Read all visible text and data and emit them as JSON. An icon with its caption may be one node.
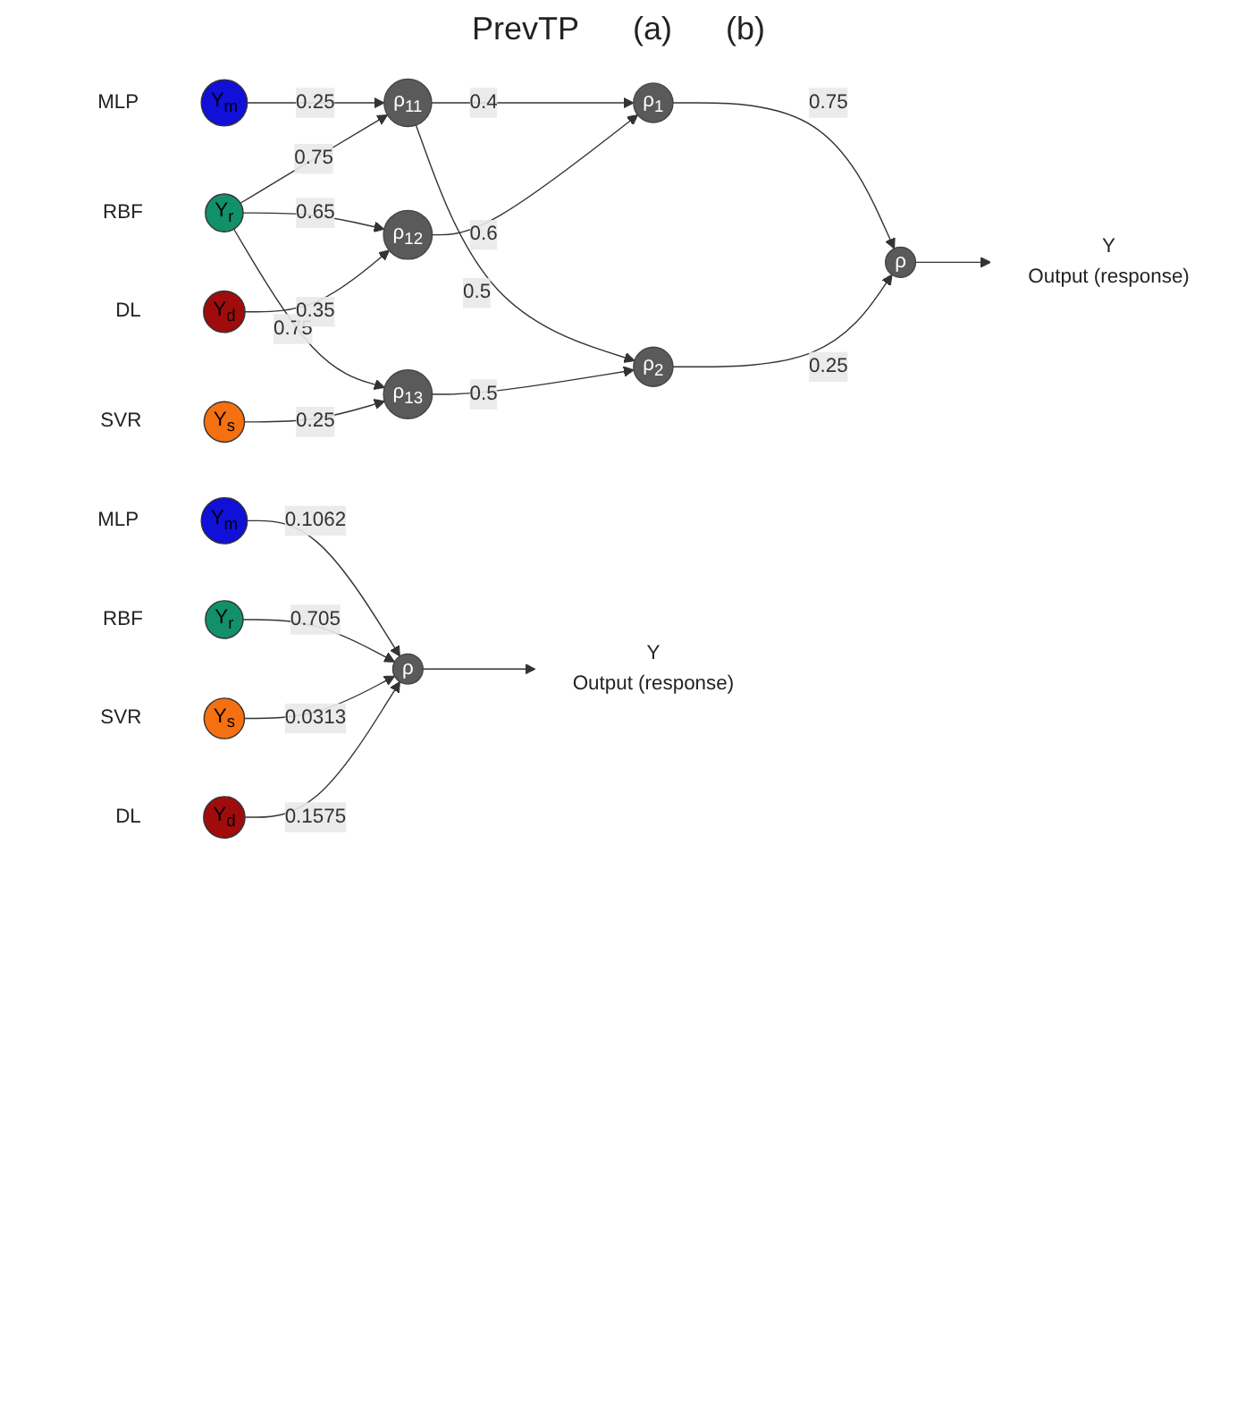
{
  "diagram": {
    "nodes": [
      {
        "text": [
          "Y$_{m}$"
        ],
        "beside": [
          "MLP"
        ]
      },
      {
        "text": [
          "Y$_{r}$"
        ],
        "beside": [
          "RBF"
        ]
      },
      {
        "text": [
          "Y$_{s}$"
        ],
        "beside": [
          "SVR"
        ]
      },
      {
        "text": [
          "Y$_{d}$"
        ],
        "beside": [
          "DL"
        ]
      },
      {
        "text": [
          "ρ$_{11}$"
        ]
      },
      {
        "text": [
          "ρ$_{12}$"
        ]
      },
      {
        "text": [
          "ρ$_{13}$"
        ]
      },
      {
        "text": [
          "ρ$_{1}$"
        ]
      },
      {
        "text": [
          "ρ$_{2}$"
        ]
      },
      {
        "text": [
          "ρ"
        ]
      },
      {
        "text": [
          "Y",
          "Output (response)"
        ]
      },
      {
        "text": [
          "Y$_{m}$"
        ],
        "beside": [
          "MLP"
        ]
      },
      {
        "text": [
          "Y$_{r}$"
        ],
        "beside": [
          "RBF"
        ]
      },
      {
        "text": [
          "Y$_{s}$"
        ],
        "beside": [
          "SVR"
        ]
      },
      {
        "text": [
          "Y$_{d}$"
        ],
        "beside": [
          "DL"
        ]
      },
      {
        "text": [
          "ρ"
        ]
      },
      {
        "text": [
          "Y",
          "Output (response)"
        ]
      }
    ],
    "edges": [
      {
        "from": 0,
        "to": 4,
        "arrow": "to",
        "label": "0.25"
      },
      {
        "from": 1,
        "to": 4,
        "arrow": "to",
        "label": "0.75"
      },
      {
        "from": 1,
        "to": 5,
        "arrow": "to",
        "label": "0.65"
      },
      {
        "from": 1,
        "to": 6,
        "arrow": "to",
        "label": "0.75"
      },
      {
        "from": 2,
        "to": 6,
        "arrow": "to",
        "label": "0.25"
      },
      {
        "from": 3,
        "to": 5,
        "arrow": "to",
        "label": "0.35"
      },
      {
        "from": 4,
        "to": 7,
        "arrow": "to",
        "label": "0.4"
      },
      {
        "from": 4,
        "to": 8,
        "arrow": "to",
        "label": "0.5"
      },
      {
        "from": 5,
        "to": 7,
        "arrow": "to",
        "label": "0.6"
      },
      {
        "from": 6,
        "to": 8,
        "arrow": "to",
        "label": "0.5"
      },
      {
        "from": 7,
        "to": 9,
        "arrow": "to",
        "label": "0.75"
      },
      {
        "from": 8,
        "to": 9,
        "arrow": "to",
        "label": "0.25"
      },
      {
        "from": 9,
        "to": 10,
        "arrow": "to"
      },
      {
        "from": 11,
        "to": 15,
        "arrow": "to",
        "label": "0.1062"
      },
      {
        "from": 12,
        "to": 15,
        "arrow": "to",
        "label": "0.705"
      },
      {
        "from": 13,
        "to": 15,
        "arrow": "to",
        "label": "0.0313"
      },
      {
        "from": 14,
        "to": 15,
        "arrow": "to",
        "label": "0.1575"
      },
      {
        "from": 15,
        "to": 16,
        "arrow": "to"
      }
    ],
    "labels": [
      "PrevTP",
      "(a)",
      "(b)"
    ]
  }
}
